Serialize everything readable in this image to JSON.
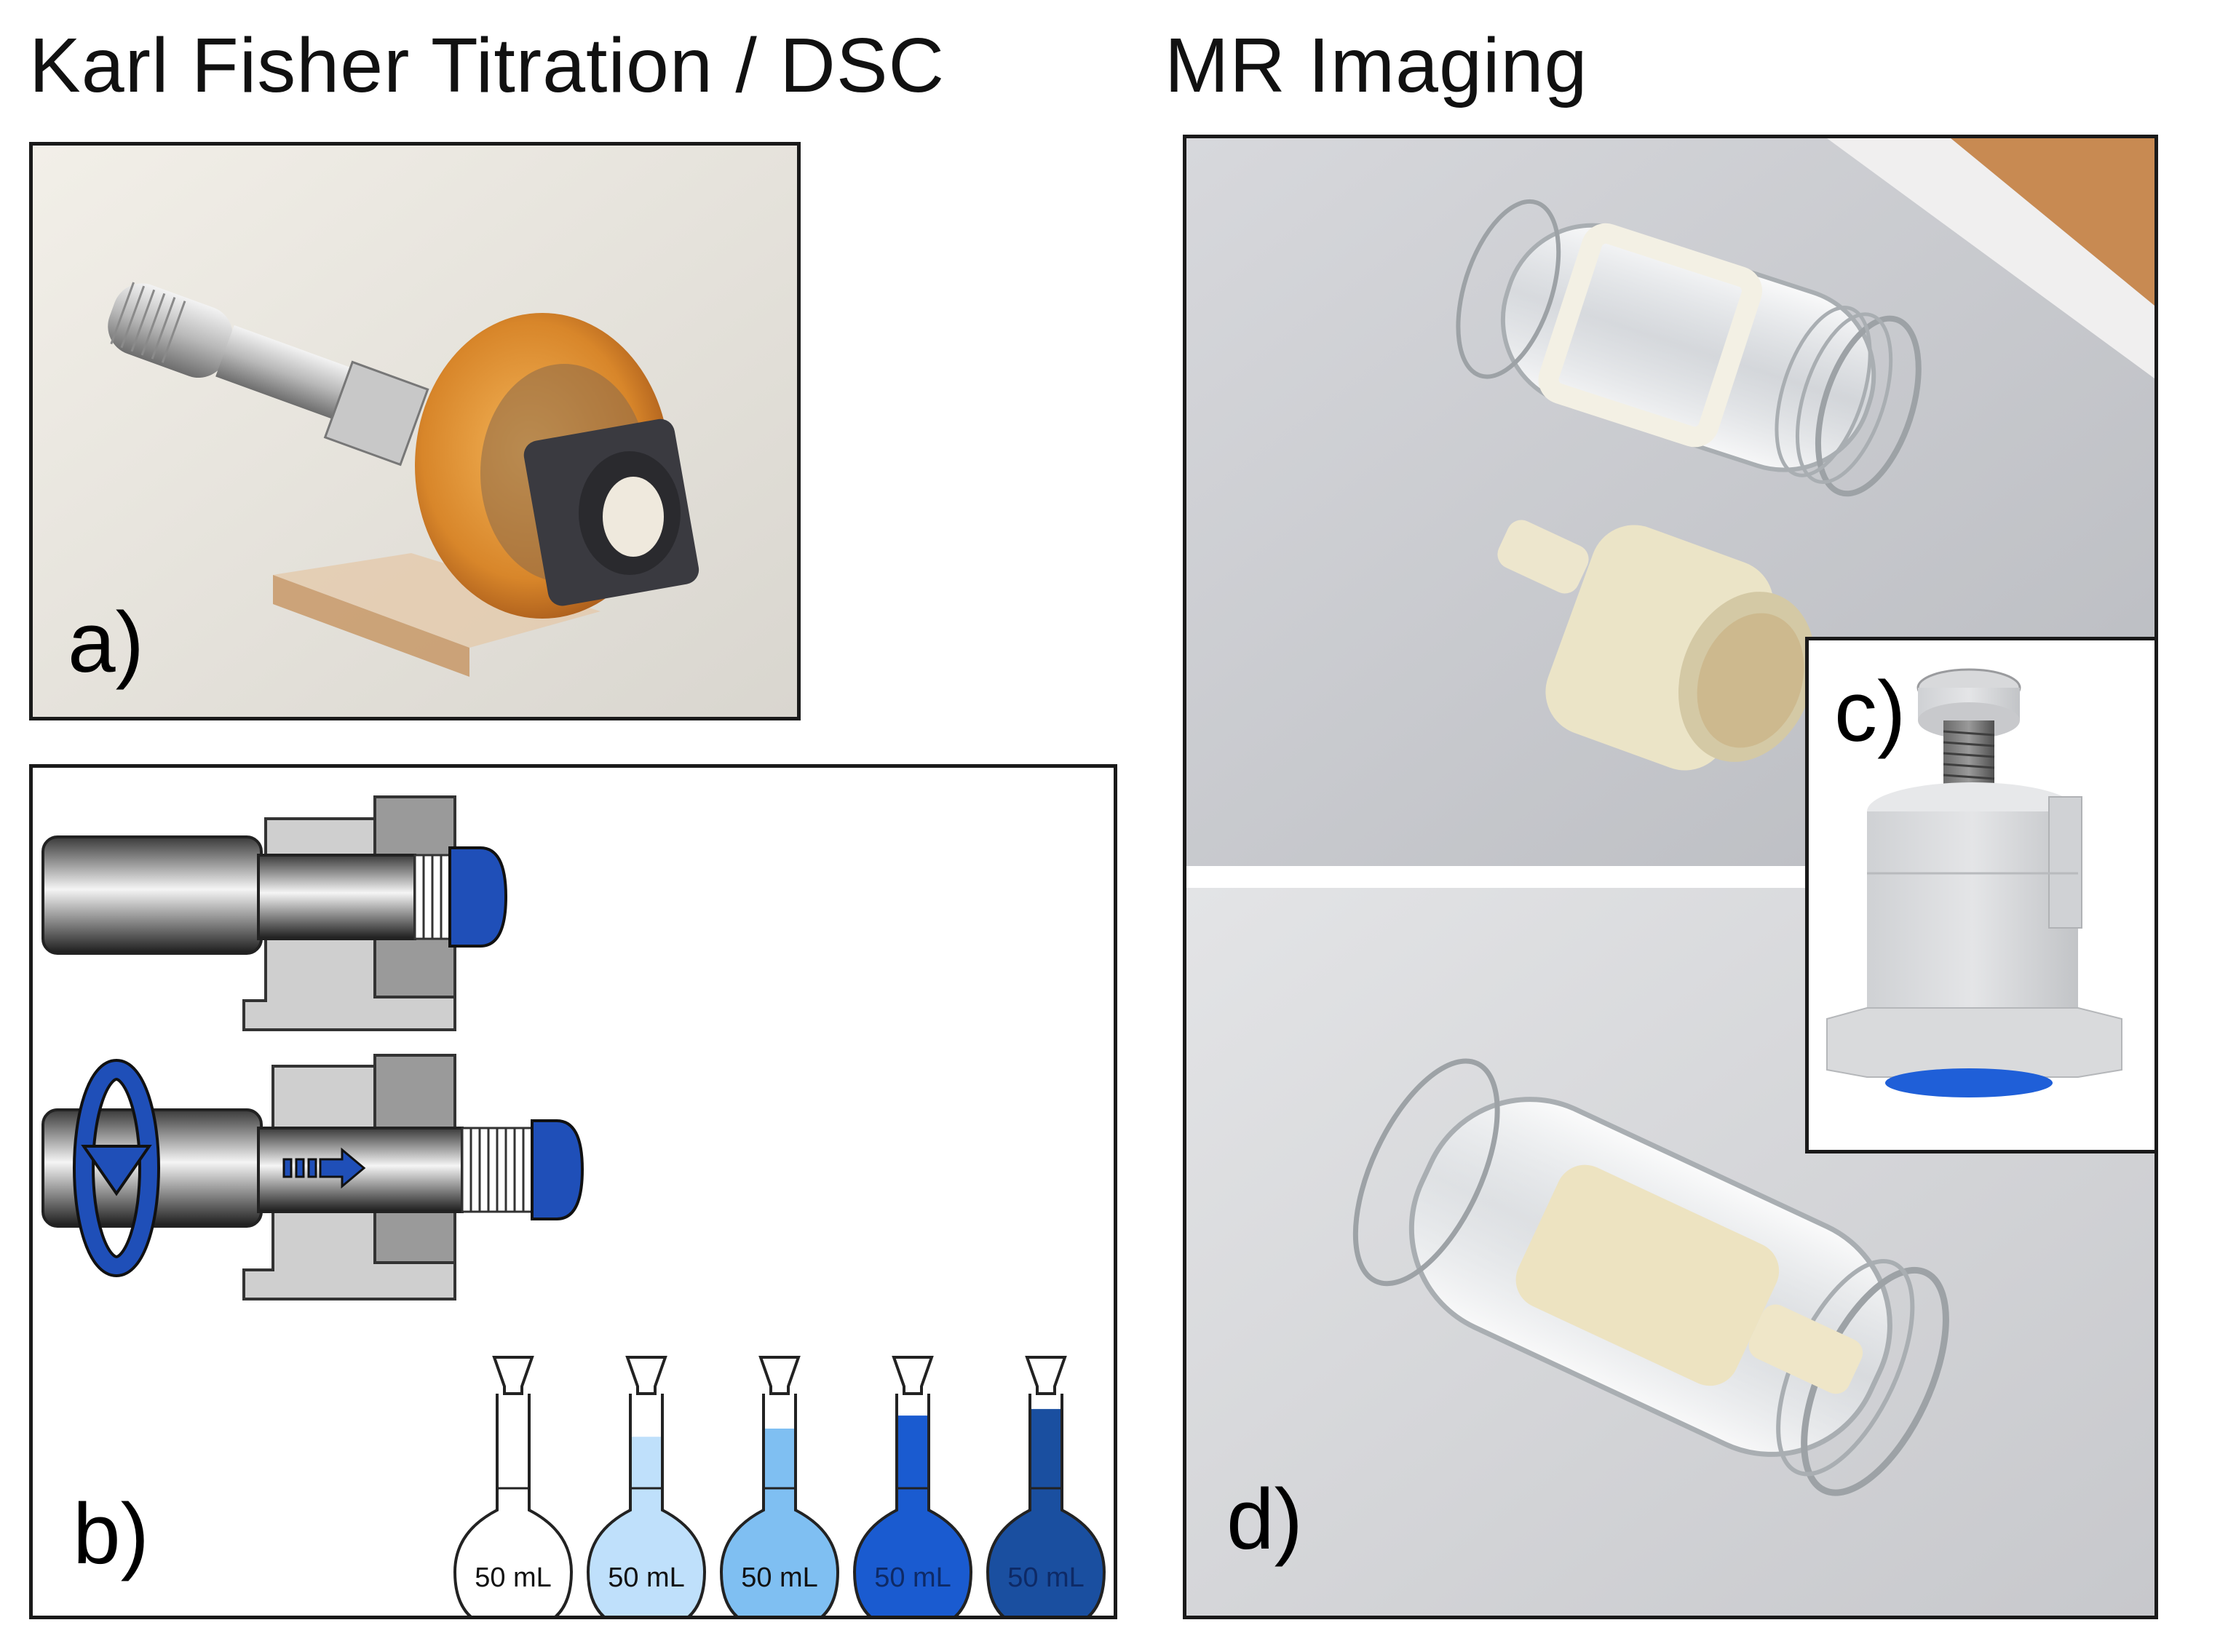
{
  "titles": {
    "left": "Karl Fisher Titration / DSC",
    "right": "MR Imaging"
  },
  "panels": {
    "a": {
      "label": "a)"
    },
    "b": {
      "label": "b)"
    },
    "c": {
      "label": "c)"
    },
    "d": {
      "label": "d)"
    }
  },
  "flasks": [
    {
      "label": "50 mL",
      "fill_color": "#ffffff",
      "fill_level": 0.0
    },
    {
      "label": "50 mL",
      "fill_color": "#bfe0fb",
      "fill_level": 0.45
    },
    {
      "label": "50 mL",
      "fill_color": "#7fbff2",
      "fill_level": 0.5
    },
    {
      "label": "50 mL",
      "fill_color": "#1a5bd0",
      "fill_level": 0.58
    },
    {
      "label": "50 mL",
      "fill_color": "#1a4fa0",
      "fill_level": 0.62
    }
  ],
  "colors": {
    "accent_blue": "#1f4fb8",
    "background": "#ffffff"
  }
}
